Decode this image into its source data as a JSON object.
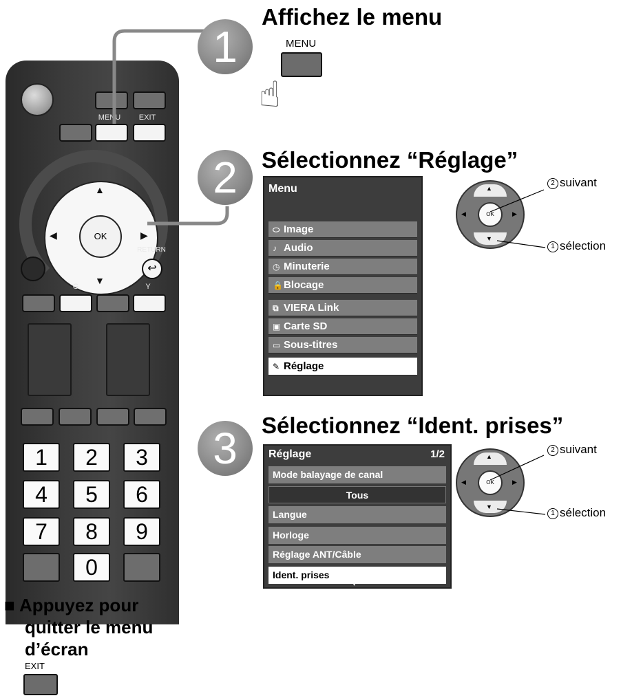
{
  "remote": {
    "menu_label": "MENU",
    "exit_label": "EXIT",
    "ok_label": "OK",
    "return_label": "RETURN",
    "g_label": "G",
    "y_label": "Y",
    "keys": [
      "1",
      "2",
      "3",
      "4",
      "5",
      "6",
      "7",
      "8",
      "9",
      "0"
    ]
  },
  "step1": {
    "number": "1",
    "heading": "Affichez le menu",
    "button_label": "MENU"
  },
  "step2": {
    "number": "2",
    "heading": "Sélectionnez “Réglage”",
    "menu_title": "Menu",
    "items": [
      {
        "icon": "image-icon",
        "glyph": "⬭",
        "label": "Image"
      },
      {
        "icon": "audio-icon",
        "glyph": "♪",
        "label": "Audio"
      },
      {
        "icon": "timer-icon",
        "glyph": "◷",
        "label": "Minuterie"
      },
      {
        "icon": "lock-icon",
        "glyph": "🔒",
        "label": "Blocage"
      },
      {
        "icon": "link-icon",
        "glyph": "⧉",
        "label": "VIERA Link"
      },
      {
        "icon": "sd-card-icon",
        "glyph": "▣",
        "label": "Carte SD"
      },
      {
        "icon": "subtitle-icon",
        "glyph": "▭",
        "label": "Sous-titres"
      },
      {
        "icon": "settings-icon",
        "glyph": "✎",
        "label": "Réglage"
      }
    ],
    "selected_index": 7,
    "callout_next_num": "2",
    "callout_next": "suivant",
    "callout_select_num": "1",
    "callout_select": "sélection",
    "pad_ok": "OK"
  },
  "step3": {
    "number": "3",
    "heading": "Sélectionnez “Ident. prises”",
    "menu_title": "Réglage",
    "page": "1/2",
    "items": [
      {
        "label": "Mode balayage de canal",
        "kind": "item"
      },
      {
        "label": "Tous",
        "kind": "value"
      },
      {
        "label": "Langue",
        "kind": "item"
      },
      {
        "label": "Horloge",
        "kind": "item"
      },
      {
        "label": "Réglage ANT/Câble",
        "kind": "item"
      },
      {
        "label": "Ident. prises",
        "kind": "selected"
      }
    ],
    "more_indicator": "▾",
    "callout_next_num": "2",
    "callout_next": "suivant",
    "callout_select_num": "1",
    "callout_select": "sélection",
    "pad_ok": "OK"
  },
  "exit_note": {
    "bullet": "■",
    "line1": "Appuyez pour",
    "line2": "quitter le menu",
    "line3": "d’écran",
    "button_label": "EXIT"
  }
}
